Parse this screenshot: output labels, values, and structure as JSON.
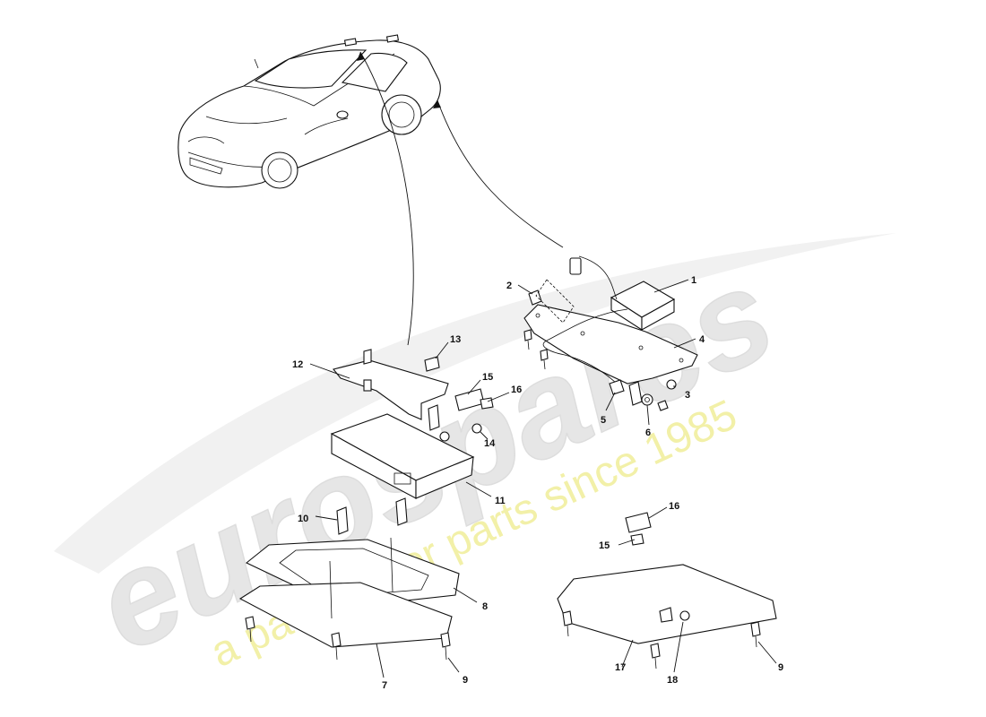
{
  "watermark": {
    "brand": "eurospares",
    "tagline": "a passion for parts since 1985",
    "brand_color": "#e6e6e6",
    "tagline_color": "#f2f0a8"
  },
  "callouts": [
    {
      "id": "c1",
      "label": "1"
    },
    {
      "id": "c2",
      "label": "2"
    },
    {
      "id": "c3",
      "label": "3"
    },
    {
      "id": "c4",
      "label": "4"
    },
    {
      "id": "c5",
      "label": "5"
    },
    {
      "id": "c6",
      "label": "6"
    },
    {
      "id": "c7",
      "label": "7"
    },
    {
      "id": "c8",
      "label": "8"
    },
    {
      "id": "c9a",
      "label": "9"
    },
    {
      "id": "c9b",
      "label": "9"
    },
    {
      "id": "c10",
      "label": "10"
    },
    {
      "id": "c11",
      "label": "11"
    },
    {
      "id": "c12",
      "label": "12"
    },
    {
      "id": "c13",
      "label": "13"
    },
    {
      "id": "c14",
      "label": "14"
    },
    {
      "id": "c15a",
      "label": "15"
    },
    {
      "id": "c15b",
      "label": "15"
    },
    {
      "id": "c16a",
      "label": "16"
    },
    {
      "id": "c16b",
      "label": "16"
    },
    {
      "id": "c17",
      "label": "17"
    },
    {
      "id": "c18",
      "label": "18"
    }
  ]
}
